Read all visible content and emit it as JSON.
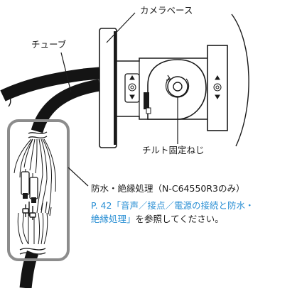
{
  "labels": {
    "camera_base": "カメラベース",
    "tube": "チューブ",
    "tilt_screw": "チルト固定ねじ",
    "waterproof": "防水・絶縁処理（N-C64550R3のみ）"
  },
  "reference": {
    "line1": "P. 42「音声／接点／電源の接続と防水・",
    "line2_link": "絶縁処理」",
    "line2_rest": "を参照してください。"
  },
  "colors": {
    "line": "#1a1a1a",
    "highlight_box": "#8c8c8c",
    "reference_link": "#2a8fd4"
  }
}
